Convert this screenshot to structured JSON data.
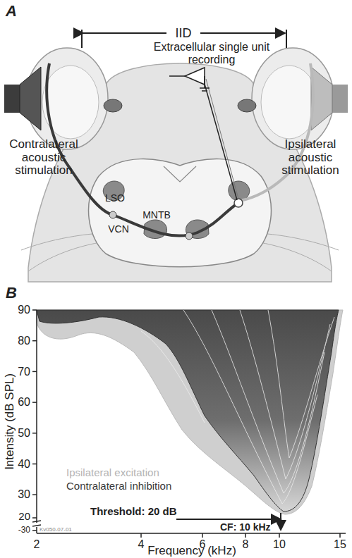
{
  "diagram": {
    "labels": [
      "A",
      "IID",
      "Extracellular single unit recording",
      "Contralateral acoustic stimulation",
      "Ipsilateral acoustic stimulation",
      "LSO",
      "VCN",
      "MNTB",
      "B",
      "90",
      "80",
      "70",
      "60",
      "50",
      "40",
      "30",
      "20",
      "-30",
      "Intensity (dB SPL)",
      "2",
      "4",
      "6",
      "8",
      "10",
      "15",
      "Frequency (kHz)",
      "Ipsilateral excitation",
      "Contralateral inhibition",
      "Threshold: 20 dB",
      "CF: 10 kHz",
      "Kv050-07-01"
    ]
  }
}
